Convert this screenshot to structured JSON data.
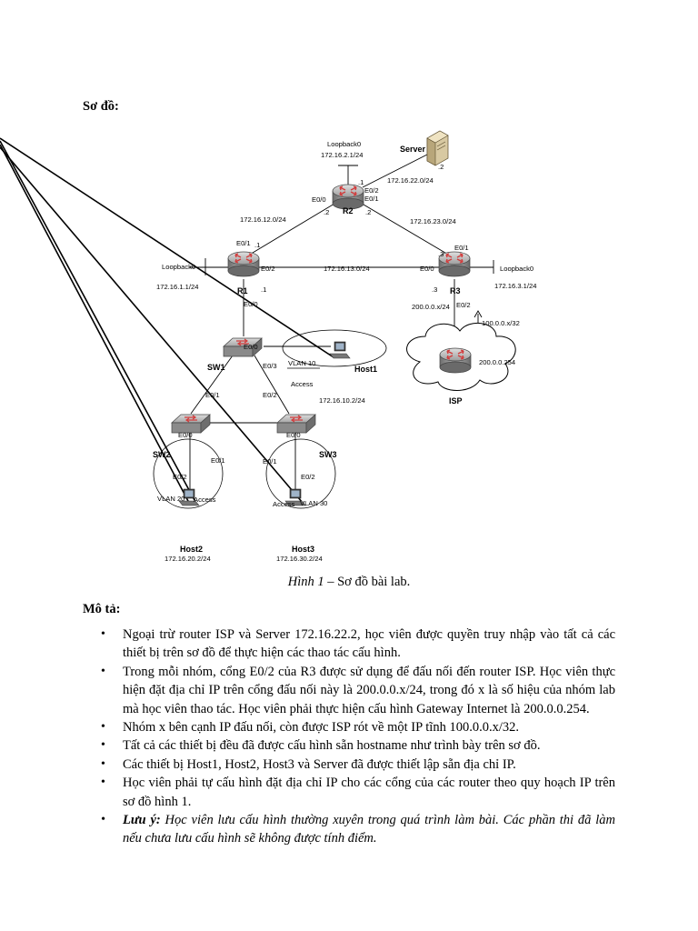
{
  "headings": {
    "diagram": "Sơ đồ:",
    "description": "Mô tả:"
  },
  "diagram": {
    "devices": {
      "r1": "R1",
      "r2": "R2",
      "r3": "R3",
      "isp": "ISP",
      "sw1": "SW1",
      "sw2": "SW2",
      "sw3": "SW3",
      "server": "Server",
      "host1": "Host1",
      "host2": "Host2",
      "host3": "Host3"
    },
    "networks": {
      "r1_r2": "172.16.12.0/24",
      "r2_r3": "172.16.23.0/24",
      "r1_r3": "172.16.13.0/24",
      "r2_server": "172.16.22.0/24",
      "r3_isp": "200.0.0.x/24",
      "isp_static": "100.0.0.x/32",
      "isp_ip": "200.0.0.254"
    },
    "loopbacks": {
      "r2_name": "Loopback0",
      "r2_ip": "172.16.2.1/24",
      "r1_name": "Loopback0",
      "r1_ip": "172.16.1.1/24",
      "r3_name": "Loopback0",
      "r3_ip": "172.16.3.1/24"
    },
    "hosts": {
      "host1_ip": "172.16.10.2/24",
      "host2_ip": "172.16.20.2/24",
      "host3_ip": "172.16.30.2/24"
    },
    "vlans": {
      "vlan10": "VLAN 10",
      "vlan20": "VLAN 20",
      "vlan30": "VLAN 30",
      "access": "Access"
    },
    "ports": {
      "e00": "E0/0",
      "e01": "E0/1",
      "e02": "E0/2",
      "e03": "E0/3"
    },
    "octets": {
      "dot1": ".1",
      "dot2": ".2",
      "dot3": ".3"
    }
  },
  "caption": {
    "figure": "Hình 1",
    "text": " – Sơ đồ bài lab."
  },
  "description_items": [
    "Ngoại trừ router ISP và Server 172.16.22.2, học viên được quyền truy nhập vào tất cả các thiết bị trên sơ đồ để thực hiện các thao tác cấu hình.",
    "Trong mỗi nhóm, cổng E0/2 của R3 được sử dụng để đấu nối đến router ISP. Học viên thực hiện đặt địa chỉ IP trên cổng đấu nối này là 200.0.0.x/24, trong đó x là số hiệu của nhóm lab mà học viên thao tác. Học viên phải thực hiện cấu hình Gateway Internet là 200.0.0.254.",
    "Nhóm x bên cạnh IP đấu nối, còn được ISP rót về một IP tĩnh 100.0.0.x/32.",
    "Tất cả các thiết bị đều đã được cấu hình sẵn hostname như trình bày trên sơ đồ.",
    "Các thiết bị Host1, Host2, Host3 và Server đã được thiết lập sẵn địa chỉ IP.",
    "Học viên phải tự cấu hình đặt địa chỉ IP cho các cổng của các router theo quy hoạch IP trên sơ đồ hình 1."
  ],
  "note": {
    "label": "Lưu ý:",
    "text": " Học viên lưu cấu hình thường xuyên trong quá trình làm bài. Các phần thi đã làm nếu chưa lưu cấu hình sẽ không được tính điểm."
  },
  "colors": {
    "router_body": "#8e8e8e",
    "router_top": "#c8c8c8",
    "switch_body": "#9a9a9a",
    "icon_arrow": "#d23c3c"
  }
}
